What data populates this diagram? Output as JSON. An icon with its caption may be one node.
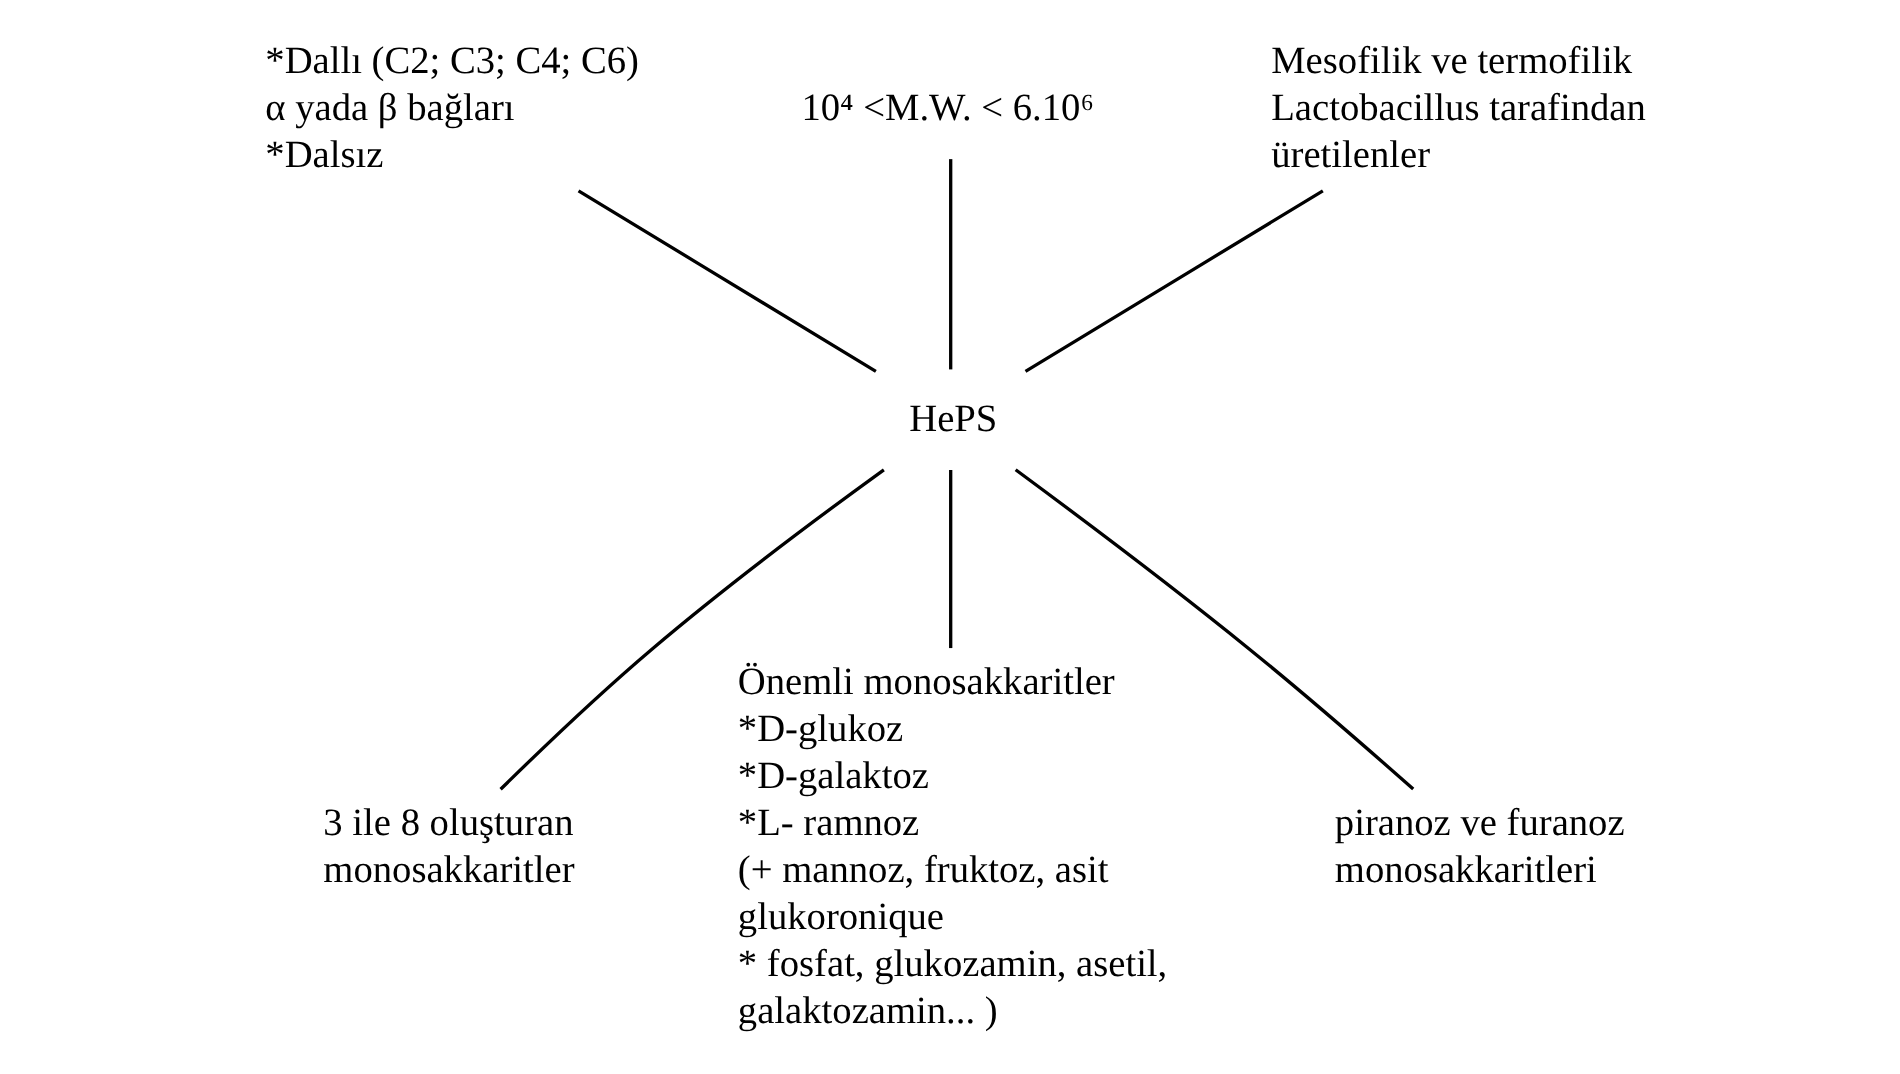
{
  "diagram": {
    "nodes": [
      {
        "text": [
          "*Dallı (C2; C3; C4; C6)",
          "α yada β bağları",
          "*Dalsız"
        ]
      },
      {
        "text": [
          "10⁴ <M.W. < 6.10⁶"
        ]
      },
      {
        "text": [
          "Mesofilik ve termofilik Lactobacillus tarafindan üretilenler"
        ]
      },
      {
        "text": [
          "HePS"
        ]
      },
      {
        "text": [
          "3 ile 8 oluşturan monosakkaritler"
        ]
      },
      {
        "text": [
          "Önemli monosakkaritler",
          "*D-glukoz",
          "*D-galaktoz",
          "*L- ramnoz",
          "(+ mannoz, fruktoz, asit glukoronique",
          "* fosfat, glukozamin, asetil, galaktozamin... )"
        ]
      },
      {
        "text": [
          "piranoz ve furanoz monosakkaritleri"
        ]
      }
    ],
    "edges": [
      {
        "from": 0,
        "to": 3,
        "arrow": "none"
      },
      {
        "from": 1,
        "to": 3,
        "arrow": "none"
      },
      {
        "from": 2,
        "to": 3,
        "arrow": "none"
      },
      {
        "from": 3,
        "to": 4,
        "arrow": "none"
      },
      {
        "from": 3,
        "to": 5,
        "arrow": "none"
      },
      {
        "from": 3,
        "to": 6,
        "arrow": "none"
      }
    ]
  }
}
